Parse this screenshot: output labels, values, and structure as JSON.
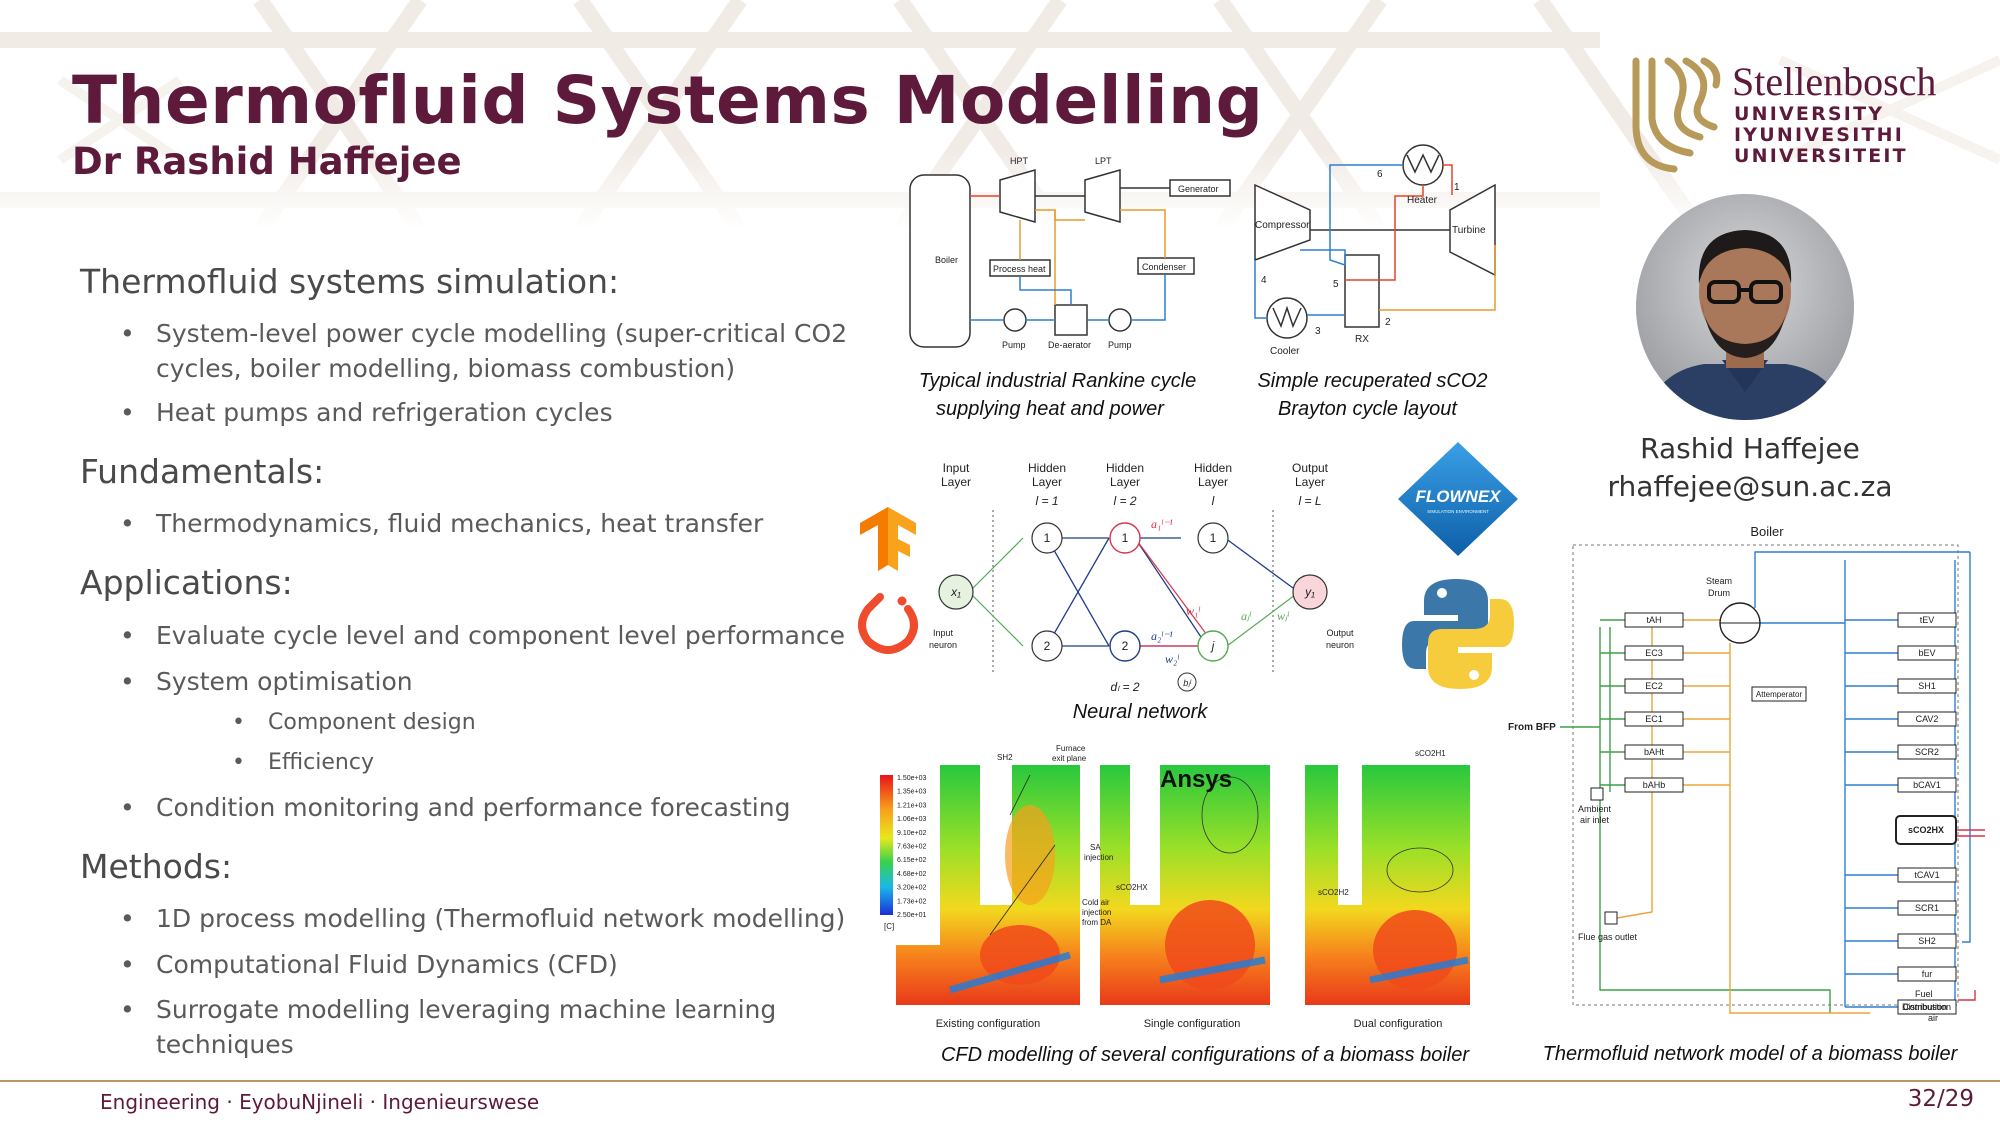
{
  "header": {
    "title": "Thermofluid Systems Modelling",
    "subtitle": "Dr Rashid Haffejee"
  },
  "logo": {
    "name": "Stellenbosch",
    "lines": [
      "UNIVERSITY",
      "IYUNIVESITHI",
      "UNIVERSITEIT"
    ],
    "brand_color": "#5e1a3b",
    "gold_color": "#b79a5a"
  },
  "profile": {
    "name": "Rashid Haffejee",
    "email": "rhaffejee@sun.ac.za"
  },
  "content": {
    "sections": [
      {
        "heading": "Thermofluid systems simulation:"
      },
      {
        "heading": "Fundamentals:"
      },
      {
        "heading": "Applications:"
      },
      {
        "heading": "Methods:"
      }
    ],
    "bullets": {
      "sim_1": "System-level power cycle modelling (super-critical CO2 cycles, boiler modelling, biomass combustion)",
      "sim_2": "Heat pumps and refrigeration cycles",
      "fund_1": "Thermodynamics, fluid mechanics, heat transfer",
      "app_1": "Evaluate cycle level and component level performance",
      "app_2": "System optimisation",
      "app_2a": "Component design",
      "app_2b": "Efficiency",
      "app_3": "Condition monitoring and performance forecasting",
      "meth_1": "1D process modelling (Thermofluid network modelling)",
      "meth_2": "Computational Fluid Dynamics (CFD)",
      "meth_3": "Surrogate modelling leveraging machine learning techniques"
    }
  },
  "figures": {
    "rankine": {
      "caption_1": "Typical industrial Rankine cycle",
      "caption_2": "supplying heat and power",
      "labels": {
        "hpt": "HPT",
        "lpt": "LPT",
        "generator": "Generator",
        "boiler": "Boiler",
        "process_heat": "Process heat",
        "condenser": "Condenser",
        "pump1": "Pump",
        "deaerator": "De-aerator",
        "pump2": "Pump"
      }
    },
    "brayton": {
      "caption_1": "Simple recuperated sCO2",
      "caption_2": "Brayton cycle layout",
      "labels": {
        "heater": "Heater",
        "compressor": "Compressor",
        "turbine": "Turbine",
        "cooler": "Cooler",
        "rx": "RX",
        "n1": "1",
        "n2": "2",
        "n3": "3",
        "n4": "4",
        "n5": "5",
        "n6": "6"
      }
    },
    "neural": {
      "caption": "Neural network",
      "labels": {
        "input_l1": "Input",
        "input_l2": "Layer",
        "hidden": "Hidden",
        "layer": "Layer",
        "output_l1": "Output",
        "output_l2": "Layer",
        "l1": "l = 1",
        "l2": "l = 2",
        "l": "l",
        "L": "l = L",
        "input_neuron_1": "Input",
        "input_neuron_2": "neuron",
        "output_neuron_1": "Output",
        "output_neuron_2": "neuron",
        "x1": "x₁",
        "y1": "y₁",
        "n_1": "1",
        "n_2": "2",
        "n_j": "j",
        "dl": "dₗ = 2",
        "bj": "bⱼˡ",
        "a1": "a₁ˡ⁻¹",
        "a2": "a₂ˡ⁻¹",
        "w1": "w₁ˡ",
        "w2": "w₂ˡ",
        "aj": "aⱼˡ",
        "wj": "wⱼˡ"
      }
    },
    "tools": {
      "flownex": "FLOWNEX",
      "flownex_sub": "SIMULATION ENVIRONMENT"
    },
    "cfd": {
      "caption": "CFD modelling of several configurations of a biomass boiler",
      "legend_ticks": [
        "1.50e+03",
        "1.35e+03",
        "1.21e+03",
        "1.06e+03",
        "9.10e+02",
        "7.63e+02",
        "6.15e+02",
        "4.68e+02",
        "3.20e+02",
        "1.73e+02",
        "2.50e+01"
      ],
      "legend_unit": "[C]",
      "panels": [
        "Existing configuration",
        "Single configuration",
        "Dual configuration"
      ],
      "ansys": "Ansys",
      "labels": {
        "sh2": "SH2",
        "furnace_1": "Furnace",
        "furnace_2": "exit plane",
        "sa_1": "SA",
        "sa_2": "injection",
        "cold_1": "Cold air",
        "cold_2": "injection",
        "cold_3": "from DA",
        "sco2hx": "sCO2HX",
        "sco2h1": "sCO2H1",
        "sco2h2": "sCO2H2"
      }
    },
    "boiler_network": {
      "caption": "Thermofluid network model of a biomass boiler",
      "title": "Boiler",
      "steam_drum_1": "Steam",
      "steam_drum_2": "Drum",
      "from_bfp": "From BFP",
      "ambient_1": "Ambient",
      "ambient_2": "air inlet",
      "flue_gas": "Flue gas outlet",
      "fuel": "Fuel",
      "distribution_1": "Distribution",
      "distribution_2": "air",
      "attemperator": "Attemperator",
      "left_nodes": [
        "tAH",
        "EC3",
        "EC2",
        "EC1",
        "bAHt",
        "bAHb"
      ],
      "right_nodes": [
        "tEV",
        "bEV",
        "SH1",
        "CAV2",
        "SCR2",
        "bCAV1",
        "sCO2HX",
        "tCAV1",
        "SCR1",
        "SH2",
        "fur",
        "Combustion"
      ]
    }
  },
  "footer": {
    "left": "Engineering · EyobuNjineli · Ingenieurswese",
    "page": "32/29"
  }
}
